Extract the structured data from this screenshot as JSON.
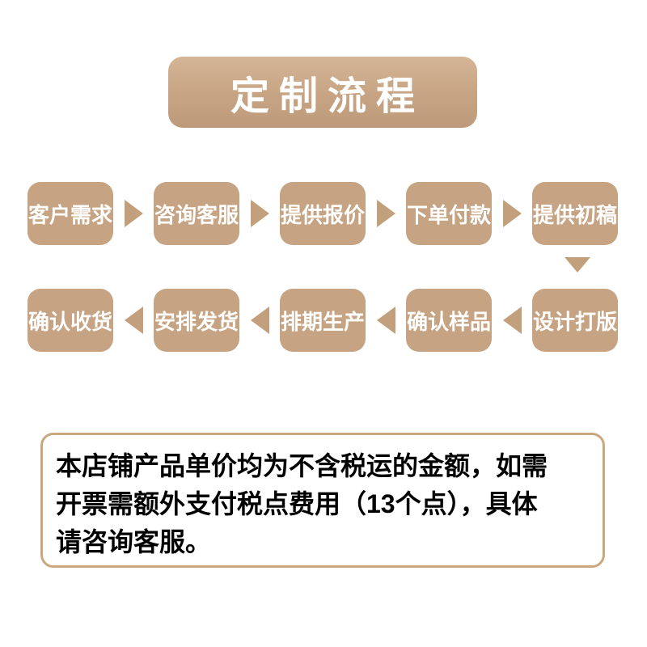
{
  "title": "定制流程",
  "flow": {
    "row1": [
      "客户需求",
      "咨询客服",
      "提供报价",
      "下单付款",
      "提供初稿"
    ],
    "row2": [
      "确认收货",
      "安排发货",
      "排期生产",
      "确认样品",
      "设计打版"
    ]
  },
  "note": {
    "lines": [
      "本店铺产品单价均为不含税运的金额，如需",
      "开票需额外支付税点费用（13个点），具体",
      "请咨询客服。"
    ]
  },
  "colors": {
    "accent_tan": "#c6a483",
    "arrow_tan": "#c3a07d",
    "title_gradient_top": "#d4b596",
    "title_gradient_bottom": "#bd9a7b",
    "note_border": "#c9a87e",
    "title_text": "#ffffff",
    "note_text": "#000000"
  }
}
